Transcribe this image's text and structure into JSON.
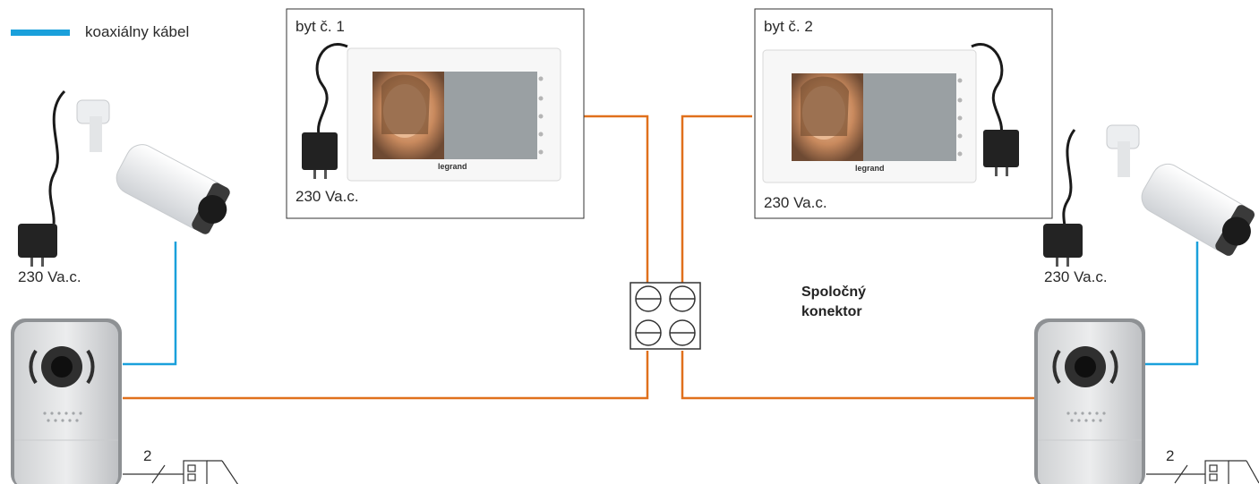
{
  "legend": {
    "coax_label": "koaxiálny kábel",
    "coax_color": "#1aa0db",
    "bus_color": "#e0701c"
  },
  "apartments": [
    {
      "label": "byt č. 1",
      "power": "230 Va.c.",
      "brand": "legrand"
    },
    {
      "label": "byt č. 2",
      "power": "230 Va.c.",
      "brand": "legrand"
    }
  ],
  "cameras": [
    {
      "power": "230 Va.c."
    },
    {
      "power": "230 Va.c."
    }
  ],
  "connector": {
    "label_line1": "Spoločný",
    "label_line2": "konektor"
  },
  "door_panels": [
    {
      "wire_count": "2"
    },
    {
      "wire_count": "2"
    }
  ]
}
